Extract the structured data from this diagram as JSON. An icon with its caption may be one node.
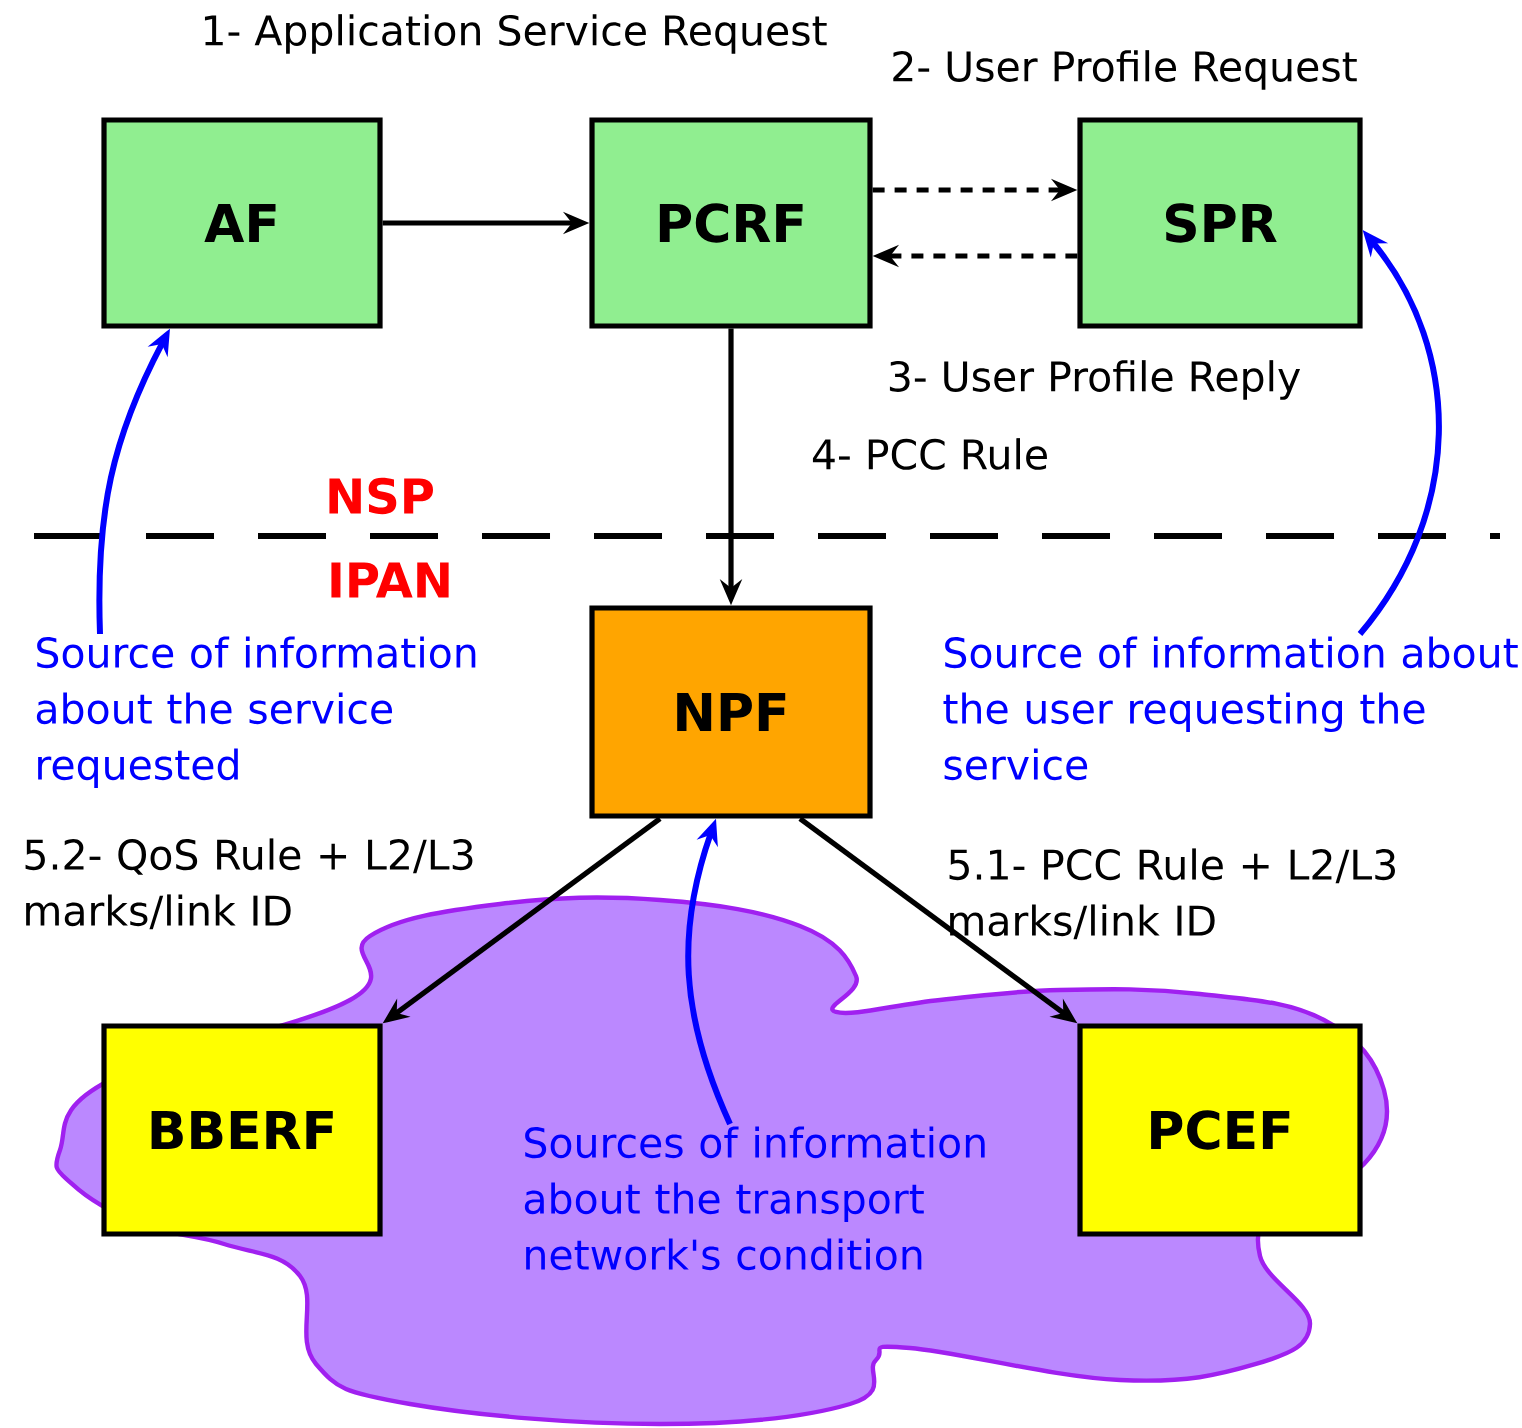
{
  "diagram": {
    "nodes": [
      {
        "text": [
          "AF"
        ]
      },
      {
        "text": [
          "PCRF"
        ]
      },
      {
        "text": [
          "SPR"
        ]
      },
      {
        "text": [
          "NPF"
        ]
      },
      {
        "text": [
          "BBERF"
        ]
      },
      {
        "text": [
          "PCEF"
        ]
      },
      {
        "text": [
          "Source of information about the service requested"
        ]
      },
      {
        "text": [
          "Source of information about the user requesting the service"
        ]
      },
      {
        "text": [
          "Sources of information about the transport network's condition"
        ]
      }
    ],
    "edges": [
      {
        "from": 0,
        "to": 1,
        "arrow": "to",
        "label": "1- Application Service Request"
      },
      {
        "from": 1,
        "to": 2,
        "arrow": "to",
        "style": "dashed",
        "label": "2- User Profile Request"
      },
      {
        "from": 2,
        "to": 1,
        "arrow": "to",
        "style": "dashed",
        "label": "3- User Profile Reply"
      },
      {
        "from": 1,
        "to": 3,
        "arrow": "to",
        "label": "4- PCC Rule"
      },
      {
        "from": 3,
        "to": 4,
        "arrow": "to",
        "label": "5.2- QoS Rule + L2/L3 marks/link ID"
      },
      {
        "from": 3,
        "to": 5,
        "arrow": "to",
        "label": "5.1- PCC Rule + L2/L3 marks/link ID"
      },
      {
        "from": 6,
        "to": 0,
        "arrow": "to",
        "color": "#0000ff"
      },
      {
        "from": 7,
        "to": 2,
        "arrow": "to",
        "color": "#0000ff"
      },
      {
        "from": 8,
        "to": 3,
        "arrow": "to",
        "color": "#0000ff"
      }
    ],
    "labels": [
      "NSP",
      "IPAN"
    ]
  }
}
